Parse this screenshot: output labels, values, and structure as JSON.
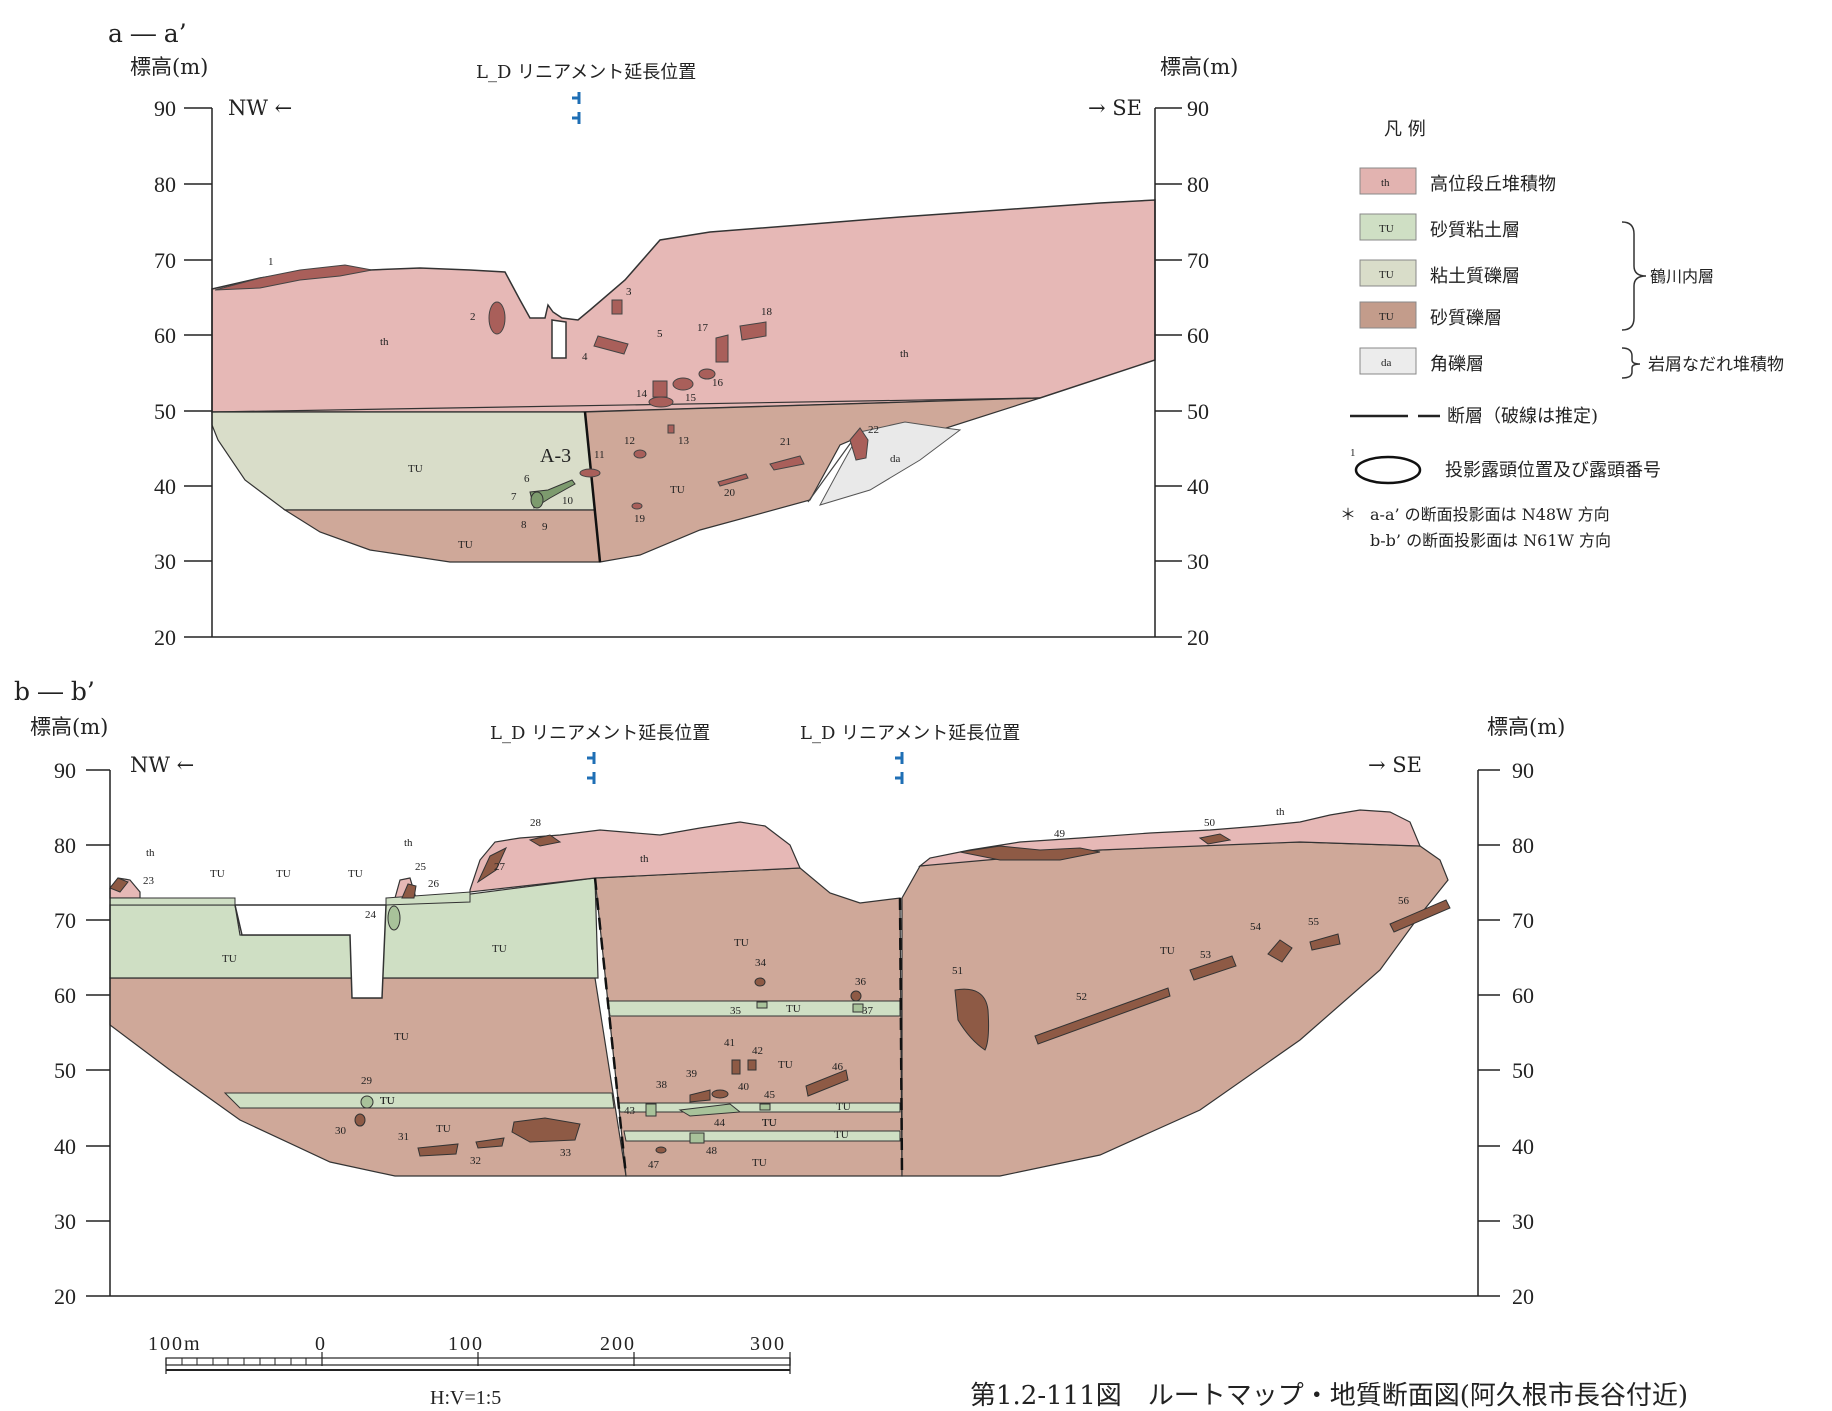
{
  "sections": [
    {
      "id": "a",
      "title": "a ― a’",
      "unit_left": "標高(m)",
      "unit_right": "標高(m)",
      "dir_left": "NW ←",
      "dir_right": "→ SE",
      "lineament_labels": [
        "L_D リニアメント延長位置"
      ],
      "axis_ticks": [
        "90",
        "80",
        "70",
        "60",
        "50",
        "40",
        "30",
        "20"
      ],
      "unit_labels": [
        "th",
        "th",
        "TU",
        "TU",
        "TU",
        "da",
        "A-3"
      ],
      "outcrop_numbers": [
        "1",
        "2",
        "3",
        "4",
        "5",
        "6",
        "7",
        "8",
        "9",
        "10",
        "11",
        "12",
        "13",
        "14",
        "15",
        "16",
        "17",
        "18",
        "19",
        "20",
        "21",
        "22"
      ]
    },
    {
      "id": "b",
      "title": "b ― b’",
      "unit_left": "標高(m)",
      "unit_right": "標高(m)",
      "dir_left": "NW ←",
      "dir_right": "→ SE",
      "lineament_labels": [
        "L_D リニアメント延長位置",
        "L_D リニアメント延長位置"
      ],
      "axis_ticks": [
        "90",
        "80",
        "70",
        "60",
        "50",
        "40",
        "30",
        "20"
      ],
      "unit_labels": [
        "th",
        "th",
        "th",
        "th",
        "TU",
        "TU",
        "TU",
        "TU",
        "TU",
        "TU",
        "TU",
        "TU",
        "TU",
        "TU",
        "TU",
        "TU",
        "TU",
        "TU",
        "TU",
        "TU",
        "TU",
        "TU"
      ],
      "outcrop_numbers": [
        "23",
        "24",
        "25",
        "26",
        "27",
        "28",
        "29",
        "30",
        "31",
        "32",
        "33",
        "34",
        "35",
        "36",
        "37",
        "38",
        "39",
        "40",
        "41",
        "42",
        "43",
        "44",
        "45",
        "46",
        "47",
        "48",
        "49",
        "50",
        "51",
        "52",
        "53",
        "54",
        "55",
        "56"
      ]
    }
  ],
  "legend": {
    "title": "凡 例",
    "items": [
      {
        "code": "th",
        "label": "高位段丘堆積物",
        "color": "#e2b3b0"
      },
      {
        "code": "TU",
        "label": "砂質粘土層",
        "color": "#cfdfc4"
      },
      {
        "code": "TU",
        "label": "粘土質礫層",
        "color": "#d9ddc9"
      },
      {
        "code": "TU",
        "label": "砂質礫層",
        "color": "#c39c8b"
      },
      {
        "code": "da",
        "label": "角礫層",
        "color": "#ececec"
      }
    ],
    "group1": "鶴川内層",
    "group2": "岩屑なだれ堆積物",
    "fault": "断層（破線は推定)",
    "outcrop_num": "1",
    "outcrop": "投影露頭位置及び露頭番号",
    "note_mark": "＊",
    "note1": "a-a’ の断面投影面は N48W 方向",
    "note2": "b-b’ の断面投影面は N61W 方向"
  },
  "scale": {
    "labels": [
      "100m",
      "0",
      "100",
      "200",
      "300"
    ],
    "ratio": "H:V=1:5"
  },
  "caption": "第1.2-111図　ルートマップ・地質断面図(阿久根市長谷付近)"
}
